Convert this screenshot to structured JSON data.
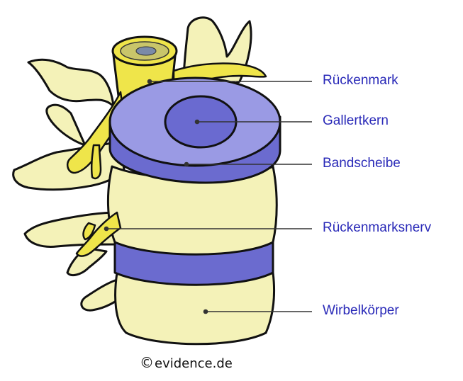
{
  "labels": {
    "spinal_cord": "Rückenmark",
    "nucleus": "Gallertkern",
    "disc": "Bandscheibe",
    "nerve": "Rückenmarksnerv",
    "vertebral_body": "Wirbelkörper"
  },
  "copyright": {
    "symbol": "©",
    "text": "evidence.de"
  },
  "colors": {
    "label_text": "#2a2ab8",
    "bone": "#f4f2b8",
    "bone_shadow": "#e3df95",
    "disc": "#6b6bcf",
    "disc_top": "#9a9ae4",
    "nucleus": "#6a6ad0",
    "nerve": "#efe54a",
    "outline": "#111111",
    "pointer_line": "#333333"
  }
}
